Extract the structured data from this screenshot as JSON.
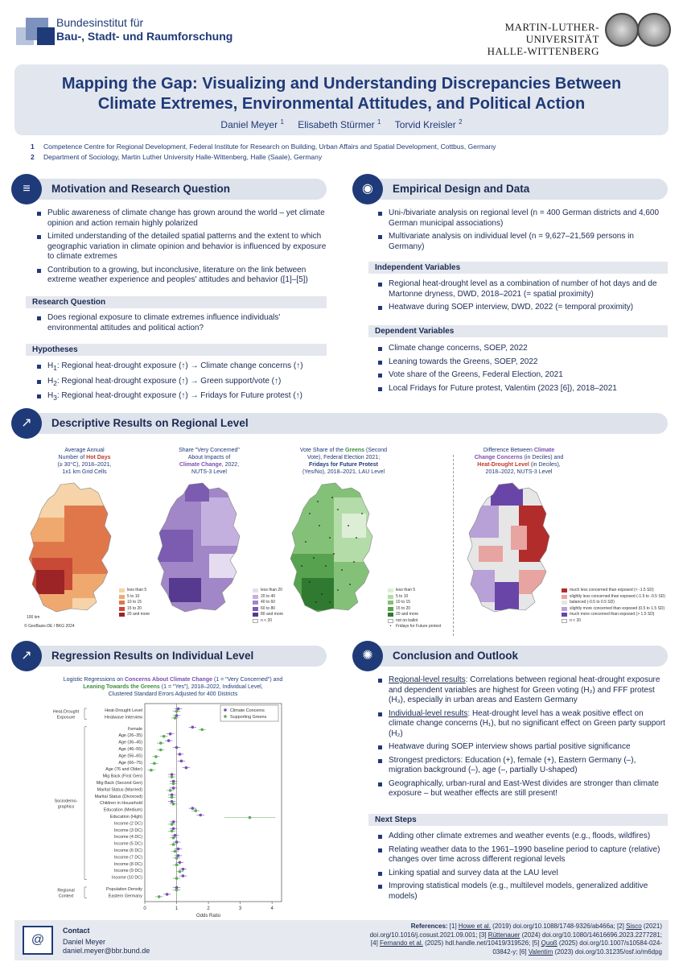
{
  "header": {
    "institute_line1": "Bundesinstitut für",
    "institute_line2": "Bau-, Stadt- und Raumforschung",
    "university_line1": "MARTIN-LUTHER-UNIVERSITÄT",
    "university_line2": "HALLE-WITTENBERG"
  },
  "title": {
    "line1": "Mapping the Gap: Visualizing and Understanding Discrepancies Between",
    "line2": "Climate Extremes, Environmental Attitudes, and Political Action",
    "authors": [
      {
        "name": "Daniel Meyer",
        "sup": "1"
      },
      {
        "name": "Elisabeth Stürmer",
        "sup": "1"
      },
      {
        "name": "Torvid Kreisler",
        "sup": "2"
      }
    ]
  },
  "affiliations": [
    {
      "num": "1",
      "text": "Competence Centre for Regional Development, Federal Institute for Research on Building, Urban Affairs and Spatial Development, Cottbus, Germany"
    },
    {
      "num": "2",
      "text": "Department of Sociology, Martin Luther University Halle-Wittenberg, Halle (Saale), Germany"
    }
  ],
  "motivation": {
    "heading": "Motivation and Research Question",
    "bullets": [
      "Public awareness of climate change has grown around the world – yet climate opinion and action remain highly polarized",
      "Limited understanding of the detailed spatial patterns and the extent to which geographic variation in climate opinion and behavior is influenced by exposure to climate extremes",
      "Contribution to a growing, but inconclusive, literature on the link between extreme weather experience and peoples' attitudes and behavior ([1]–[5])"
    ],
    "rq_heading": "Research Question",
    "rq": "Does regional exposure to climate extremes influence individuals' environmental attitudes and political action?",
    "hyp_heading": "Hypotheses",
    "hypotheses": [
      {
        "h": "H",
        "sub": "1",
        "text": ": Regional heat-drought exposure (↑) → Climate change concerns (↑)"
      },
      {
        "h": "H",
        "sub": "2",
        "text": ": Regional heat-drought exposure (↑) → Green support/vote (↑)"
      },
      {
        "h": "H",
        "sub": "3",
        "text": ": Regional heat-drought exposure (↑) → Fridays for Future protest (↑)"
      }
    ]
  },
  "design": {
    "heading": "Empirical Design and Data",
    "bullets": [
      "Uni-/bivariate analysis on regional level (n = 400 German districts and 4,600 German municipal associations)",
      "Multivariate analysis on individual level (n = 9,627–21,569 persons in Germany)"
    ],
    "iv_heading": "Independent Variables",
    "iv": [
      "Regional heat-drought level as a combination of number of hot days and de Martonne dryness, DWD, 2018–2021 (= spatial proximity)",
      "Heatwave during SOEP interview, DWD, 2022 (= temporal proximity)"
    ],
    "dv_heading": "Dependent Variables",
    "dv": [
      "Climate change concerns, SOEP, 2022",
      "Leaning towards the Greens, SOEP, 2022",
      "Vote share of the Greens, Federal Election, 2021",
      "Local Fridays for Future protest, Valentim (2023 [6]), 2018–2021"
    ]
  },
  "descriptive": {
    "heading": "Descriptive Results on Regional Level",
    "map1": {
      "cap1": "Average Annual",
      "cap2": "Number of ",
      "cap2h": "Hot Days",
      "cap3": "(≥ 30°C), 2018–2021,",
      "cap4": "1x1 km Grid Cells",
      "legend": [
        "less than 5",
        "5 to 10",
        "10 to 15",
        "15 to 20",
        "20 and more"
      ],
      "colors": [
        "#f6d3a8",
        "#efa96f",
        "#e0774b",
        "#c84a36",
        "#9c2427"
      ],
      "scale": "100 km",
      "credit": "© GeoBasis-DE / BKG 2024"
    },
    "map2": {
      "cap1": "Share \"Very Concerned\"",
      "cap2": "About Impacts of",
      "cap3h": "Climate Change",
      "cap3": ", 2022,",
      "cap4": "NUTS-3 Level",
      "legend": [
        "less than 20",
        "20 to 40",
        "40 to 60",
        "60 to 80",
        "80 and more",
        "n < 20"
      ],
      "colors": [
        "#e5dcf0",
        "#c4b0de",
        "#a186c8",
        "#7b5cb0",
        "#553a8f",
        "#ffffff"
      ]
    },
    "map3": {
      "cap1": "Vote Share of the ",
      "cap1h": "Greens",
      "cap1b": " (Second",
      "cap2": "Vote), Federal Election 2021;",
      "cap3": "Fridays for Future Protest",
      "cap4": "(Yes/No), 2018–2021, LAU Level",
      "legend": [
        "less than 5",
        "5 to 10",
        "10 to 15",
        "15 to 20",
        "20 and more",
        "not on ballot",
        "Fridays for Future protest"
      ],
      "colors": [
        "#dcefd6",
        "#b4dca8",
        "#84c178",
        "#57a24e",
        "#2f7a30",
        "#ffffff"
      ]
    },
    "map4": {
      "cap1": "Difference Between ",
      "cap1h": "Climate",
      "cap2h": "Change Concerns",
      "cap2": " (in Deciles) and",
      "cap3h": "Heat-Drought Level",
      "cap3": " (in Deciles),",
      "cap4": "2018–2022, NUTS-3 Level",
      "legend": [
        "much less concerned than exposed (< -1.5 SD)",
        "slightly less concerned than exposed (-1.5 to -0.5 SD)",
        "balanced (-0.5 to 0.5 SD)",
        "slightly more concerned than exposed (0.5 to 1.5 SD)",
        "much more concerned than exposed (> 1.5 SD)",
        "n < 20"
      ],
      "colors": [
        "#b22c2c",
        "#e8a4a0",
        "#e6e6e6",
        "#b7a1d6",
        "#6a45a8",
        "#ffffff"
      ]
    }
  },
  "regression": {
    "heading": "Regression Results on Individual Level",
    "t1a": "Logistic Regressions on ",
    "t1h": "Concerns About Climate Change",
    "t1b": " (1 = \"Very Concerned\") and",
    "t2h": "Leaning Towards the Greens",
    "t2b": " (1 = \"Yes\"), 2018–2022, Individual Level,",
    "t3": "Clustered Standard Errors Adjusted for 400 Districts",
    "x_label": "Odds Ratio",
    "legend": [
      "Climate Concerns",
      "Supporting Greens"
    ],
    "groups": [
      {
        "label1": "Heat-Drought",
        "label2": "Exposure",
        "from": 0,
        "to": 1
      },
      {
        "label1": "Sociodemo-",
        "label2": "graphics",
        "from": 2,
        "to": 31
      },
      {
        "label1": "Regional",
        "label2": "Context",
        "from": 32,
        "to": 33
      }
    ]
  },
  "chart_data": {
    "type": "scatter",
    "title": "Logistic Regressions on Concerns About Climate Change (1 = \"Very Concerned\") and Leaning Towards the Greens (1 = \"Yes\"), 2018–2022, Individual Level, Clustered Standard Errors Adjusted for 400 Districts",
    "xlabel": "Odds Ratio",
    "ylabel": "",
    "xlim": [
      0,
      4.3
    ],
    "xticks": [
      0,
      1,
      2,
      3,
      4
    ],
    "grid": false,
    "legend_position": "top-right",
    "categories": [
      "Heat-Drought Level",
      "Heatwave Interview",
      "Female",
      "Age (26–35)",
      "Age (36–45)",
      "Age (46–55)",
      "Age (56–65)",
      "Age (66–75)",
      "Age (76 and Older)",
      "Mig Back (First Gen)",
      "Mig Back (Second Gen)",
      "Marital Status (Married)",
      "Marital Status (Divorced)",
      "Children in Household",
      "Education (Medium)",
      "Education (High)",
      "Income (2 DC)",
      "Income (3 DC)",
      "Income (4 DC)",
      "Income (5 DC)",
      "Income (6 DC)",
      "Income (7 DC)",
      "Income (8 DC)",
      "Income (9 DC)",
      "Income (10 DC)",
      "Population Density",
      "Eastern Germany"
    ],
    "series": [
      {
        "name": "Climate Concerns",
        "color": "#7a4fb0",
        "values": [
          1.05,
          1.0,
          1.5,
          0.8,
          0.75,
          1.0,
          1.1,
          1.15,
          1.3,
          0.85,
          0.9,
          0.9,
          0.85,
          0.85,
          1.5,
          1.75,
          0.9,
          0.9,
          0.95,
          1.0,
          1.05,
          1.05,
          1.1,
          1.2,
          1.2,
          1.0,
          0.7
        ]
      },
      {
        "name": "Supporting Greens",
        "color": "#5aaa5a",
        "values": [
          1.0,
          0.95,
          1.8,
          0.6,
          0.5,
          0.5,
          0.35,
          0.3,
          0.2,
          0.85,
          0.9,
          0.8,
          0.85,
          0.9,
          1.6,
          3.3,
          0.85,
          0.85,
          0.9,
          0.9,
          0.95,
          1.0,
          1.0,
          1.1,
          1.0,
          1.0,
          0.45
        ]
      }
    ]
  },
  "conclusion": {
    "heading": "Conclusion and Outlook",
    "bullets": [
      {
        "u": "Regional-level results",
        "t": ": Correlations between regional heat-drought exposure and dependent variables are highest for Green voting (H₂) and FFF protest (H₃), especially in urban areas and Eastern Germany"
      },
      {
        "u": "Individual-level results",
        "t": ": Heat-drought level has a weak positive effect on climate change concerns (H₁), but no significant effect on Green party support (H₂)"
      },
      {
        "u": "",
        "t": "Heatwave during SOEP interview shows partial positive significance"
      },
      {
        "u": "",
        "t": "Strongest predictors: Education (+), female (+), Eastern Germany (–), migration background (–), age (–, partially U-shaped)"
      },
      {
        "u": "",
        "t": "Geographically, urban-rural and East-West divides are stronger than climate exposure – but weather effects are still present!"
      }
    ],
    "next_heading": "Next Steps",
    "next": [
      "Adding other climate extremes and weather events (e.g., floods, wildfires)",
      "Relating weather data to the 1961–1990 baseline period to capture (relative) changes over time across different regional levels",
      "Linking spatial and survey data at the LAU level",
      "Improving statistical models (e.g., multilevel models, generalized additive models)"
    ]
  },
  "contact": {
    "heading": "Contact",
    "name": "Daniel Meyer",
    "email": "daniel.meyer@bbr.bund.de"
  },
  "references": {
    "label": "References:",
    "line1a": " [1] ",
    "line1u": "Howe et al.",
    "line1b": " (2019) doi.org/10.1088/1748-9326/ab466a; [2] ",
    "line1u2": "Sisco",
    "line1c": " (2021)",
    "line2a": "doi.org/10.1016/j.cosust.2021.09.001; [3] ",
    "line2u": "Rüttenauer",
    "line2b": " (2024) doi.org/10.1080/14616696.2023.2277281;",
    "line3a": "[4] ",
    "line3u": "Fernando et al.",
    "line3b": " (2025) hdl.handle.net/10419/319526; [5] ",
    "line3u2": "Quoß",
    "line3c": " (2025) doi.org/10.1007/s10584-024-",
    "line4a": "03842-y; [6] ",
    "line4u": "Valentim",
    "line4b": " (2023) doi.org/10.31235/osf.io/m6dpg"
  }
}
